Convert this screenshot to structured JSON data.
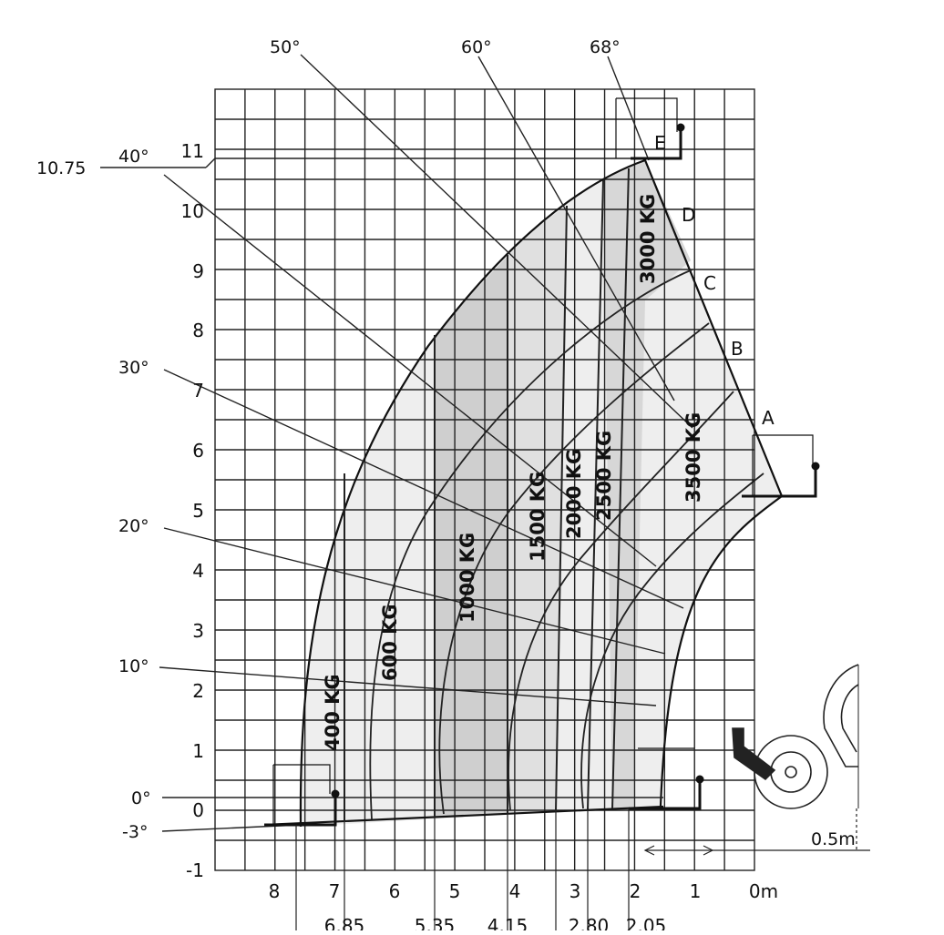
{
  "chart": {
    "y_ticks": [
      "-1",
      "0",
      "1",
      "2",
      "3",
      "4",
      "5",
      "6",
      "7",
      "8",
      "9",
      "10",
      "11"
    ],
    "x_ticks": [
      "8",
      "7",
      "6",
      "5",
      "4",
      "3",
      "2",
      "1",
      "0m"
    ],
    "bottom_marks": [
      "6.85",
      "5.35",
      "4.15",
      "2.80",
      "2.05"
    ],
    "angles": [
      "50°",
      "60°",
      "68°",
      "40°",
      "30°",
      "20°",
      "10°",
      "0°",
      "-3°"
    ],
    "max_height_label": "10.75",
    "dimension_label": "0.5m",
    "boom_positions": [
      "A",
      "B",
      "C",
      "D",
      "E"
    ],
    "load_zones": [
      "400 KG",
      "600 KG",
      "1000 KG",
      "1500 KG",
      "2000 KG",
      "2500 KG",
      "3000 KG",
      "3500 KG"
    ]
  }
}
